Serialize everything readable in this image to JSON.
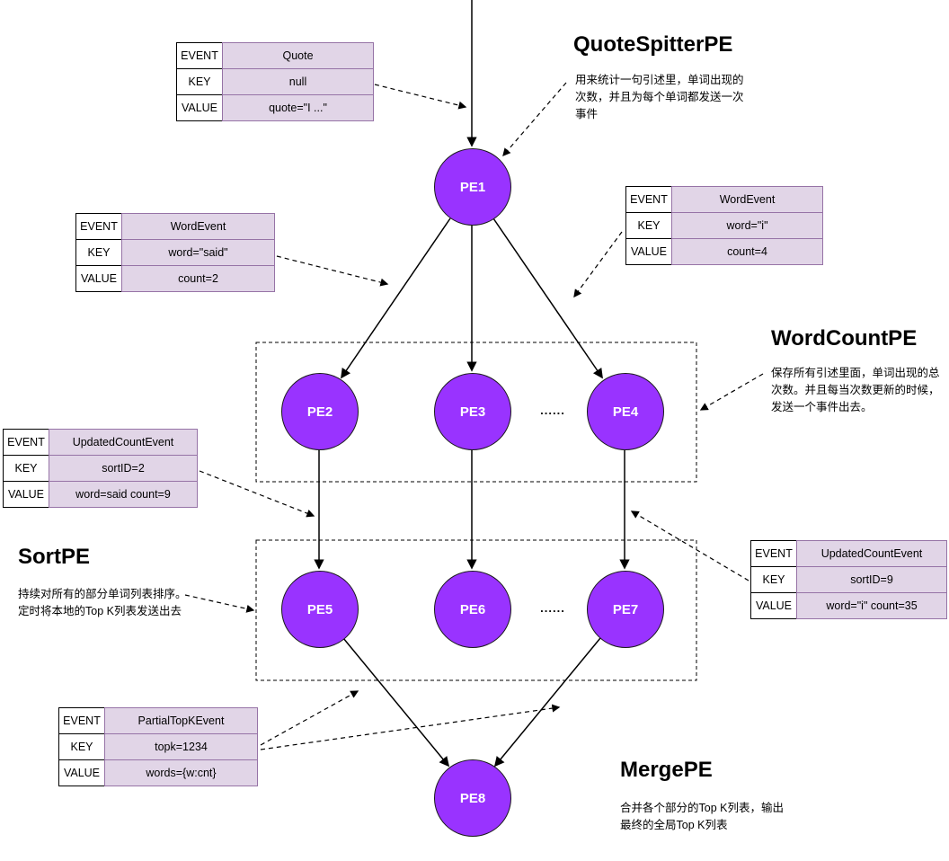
{
  "colors": {
    "node_fill": "#9933FF",
    "node_text": "#FFFFFF",
    "table_value_fill": "#E1D5E7",
    "table_value_border": "#9673A6"
  },
  "nodes": [
    {
      "id": "pe1",
      "label": "PE1"
    },
    {
      "id": "pe2",
      "label": "PE2"
    },
    {
      "id": "pe3",
      "label": "PE3"
    },
    {
      "id": "pe4",
      "label": "PE4"
    },
    {
      "id": "pe5",
      "label": "PE5"
    },
    {
      "id": "pe6",
      "label": "PE6"
    },
    {
      "id": "pe7",
      "label": "PE7"
    },
    {
      "id": "pe8",
      "label": "PE8"
    }
  ],
  "ellipsis": "......",
  "tables": {
    "quote": {
      "rows": [
        {
          "label": "EVENT",
          "value": "Quote"
        },
        {
          "label": "KEY",
          "value": "null"
        },
        {
          "label": "VALUE",
          "value": "quote=\"I ...\""
        }
      ]
    },
    "word_event_said": {
      "rows": [
        {
          "label": "EVENT",
          "value": "WordEvent"
        },
        {
          "label": "KEY",
          "value": "word=\"said\""
        },
        {
          "label": "VALUE",
          "value": "count=2"
        }
      ]
    },
    "word_event_i": {
      "rows": [
        {
          "label": "EVENT",
          "value": "WordEvent"
        },
        {
          "label": "KEY",
          "value": "word=\"i\""
        },
        {
          "label": "VALUE",
          "value": "count=4"
        }
      ]
    },
    "updated_count_said": {
      "rows": [
        {
          "label": "EVENT",
          "value": "UpdatedCountEvent"
        },
        {
          "label": "KEY",
          "value": "sortID=2"
        },
        {
          "label": "VALUE",
          "value": "word=said count=9"
        }
      ]
    },
    "updated_count_i": {
      "rows": [
        {
          "label": "EVENT",
          "value": "UpdatedCountEvent"
        },
        {
          "label": "KEY",
          "value": "sortID=9"
        },
        {
          "label": "VALUE",
          "value": "word=\"i\" count=35"
        }
      ]
    },
    "partial_topk": {
      "rows": [
        {
          "label": "EVENT",
          "value": "PartialTopKEvent"
        },
        {
          "label": "KEY",
          "value": "topk=1234"
        },
        {
          "label": "VALUE",
          "value": "words={w:cnt}"
        }
      ]
    }
  },
  "sections": {
    "quote_spitter": {
      "title": "QuoteSpitterPE",
      "desc": "用来统计一句引述里，单词出现的\n次数，并且为每个单词都发送一次\n事件"
    },
    "word_count": {
      "title": "WordCountPE",
      "desc": "保存所有引述里面，单词出现的总\n次数。并且每当次数更新的时候，\n发送一个事件出去。"
    },
    "sort": {
      "title": "SortPE",
      "desc": "持续对所有的部分单词列表排序。\n定时将本地的Top K列表发送出去"
    },
    "merge": {
      "title": "MergePE",
      "desc": "合并各个部分的Top K列表，输出\n最终的全局Top K列表"
    }
  }
}
